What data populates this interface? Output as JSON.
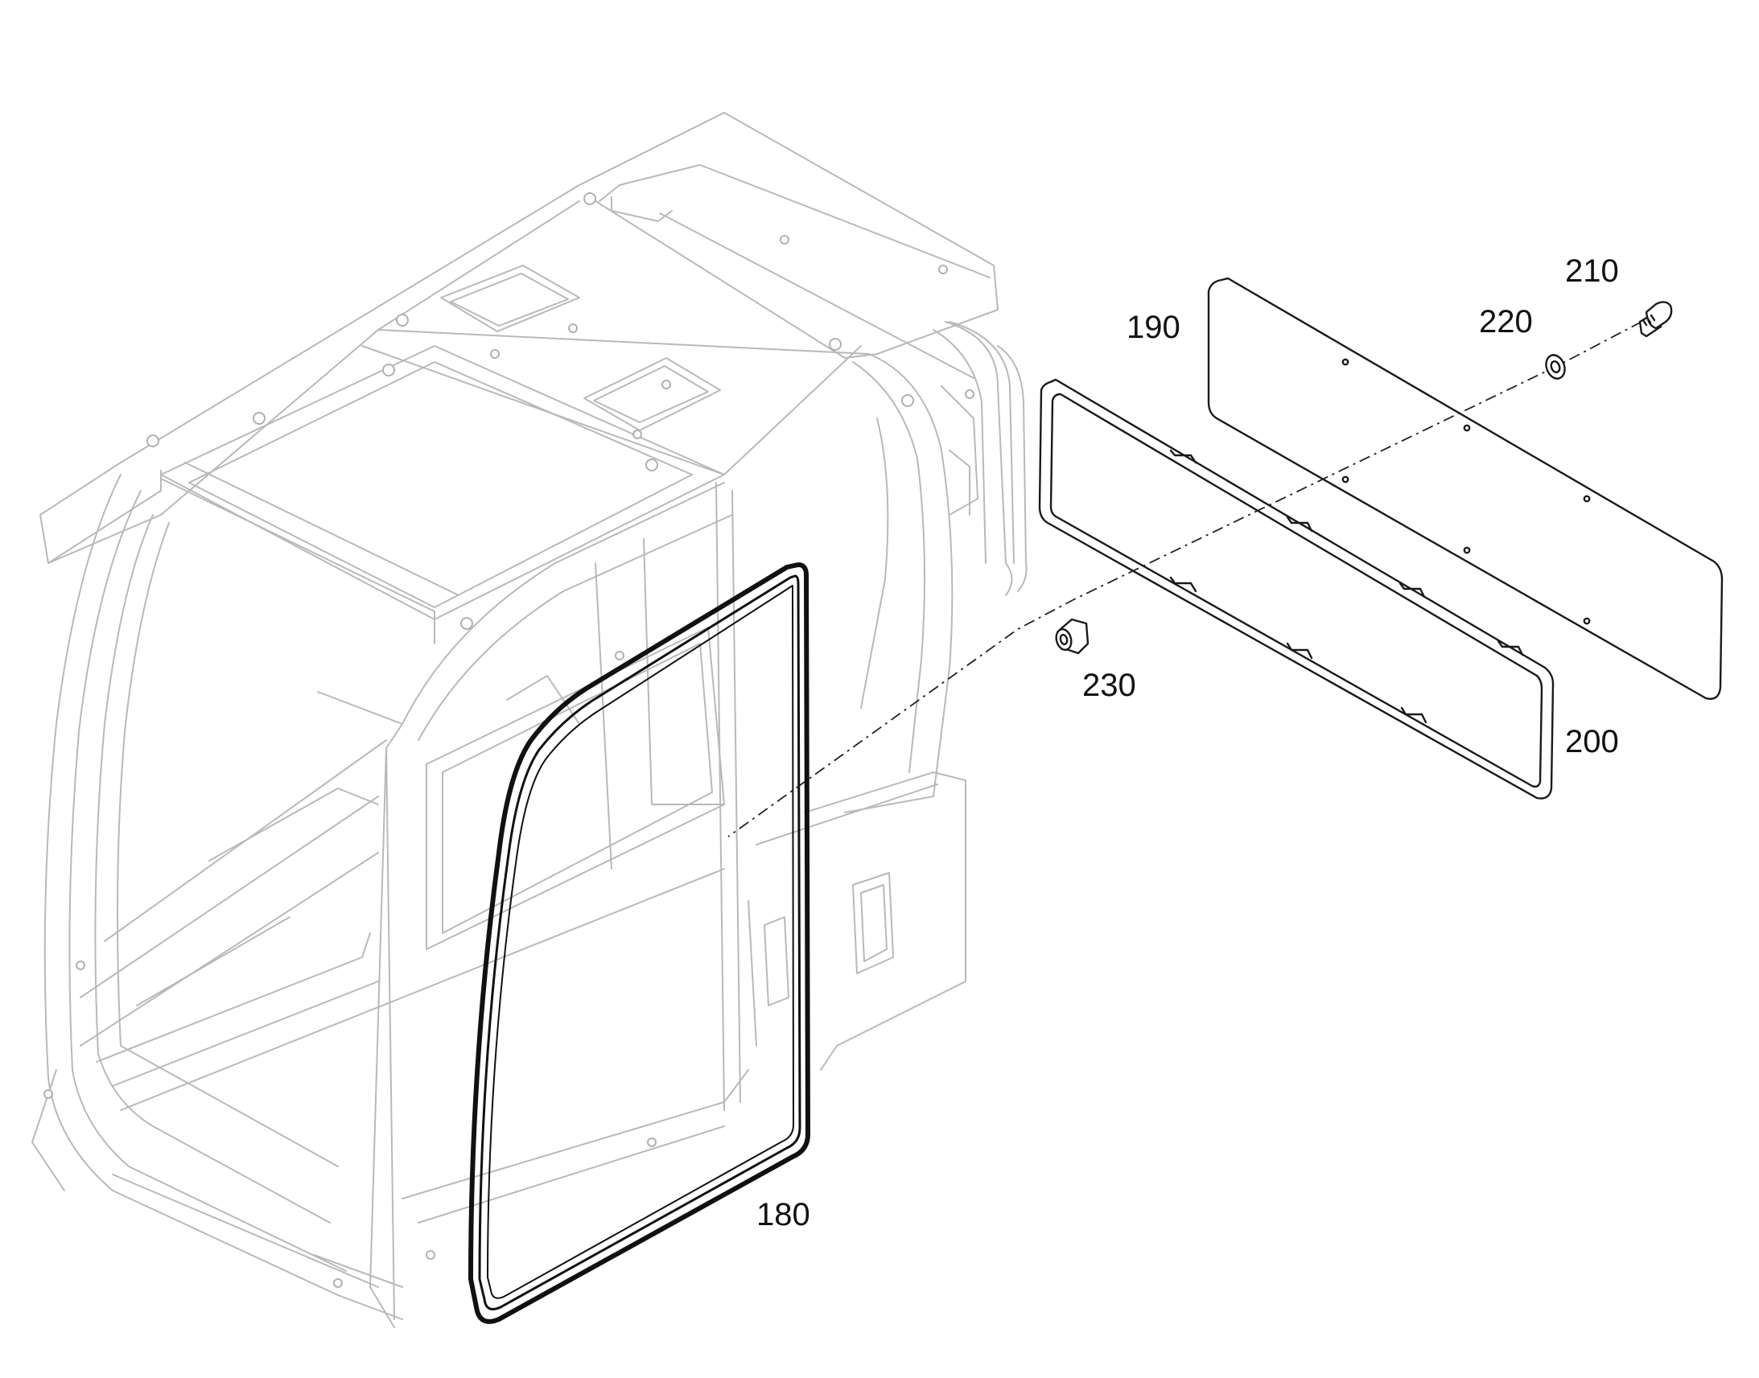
{
  "callouts": {
    "c180": "180",
    "c190": "190",
    "c200": "200",
    "c210": "210",
    "c220": "220",
    "c230": "230"
  },
  "colors": {
    "background": "#ffffff",
    "context_line": "#b9b9b9",
    "part_line": "#1a1a1a"
  }
}
